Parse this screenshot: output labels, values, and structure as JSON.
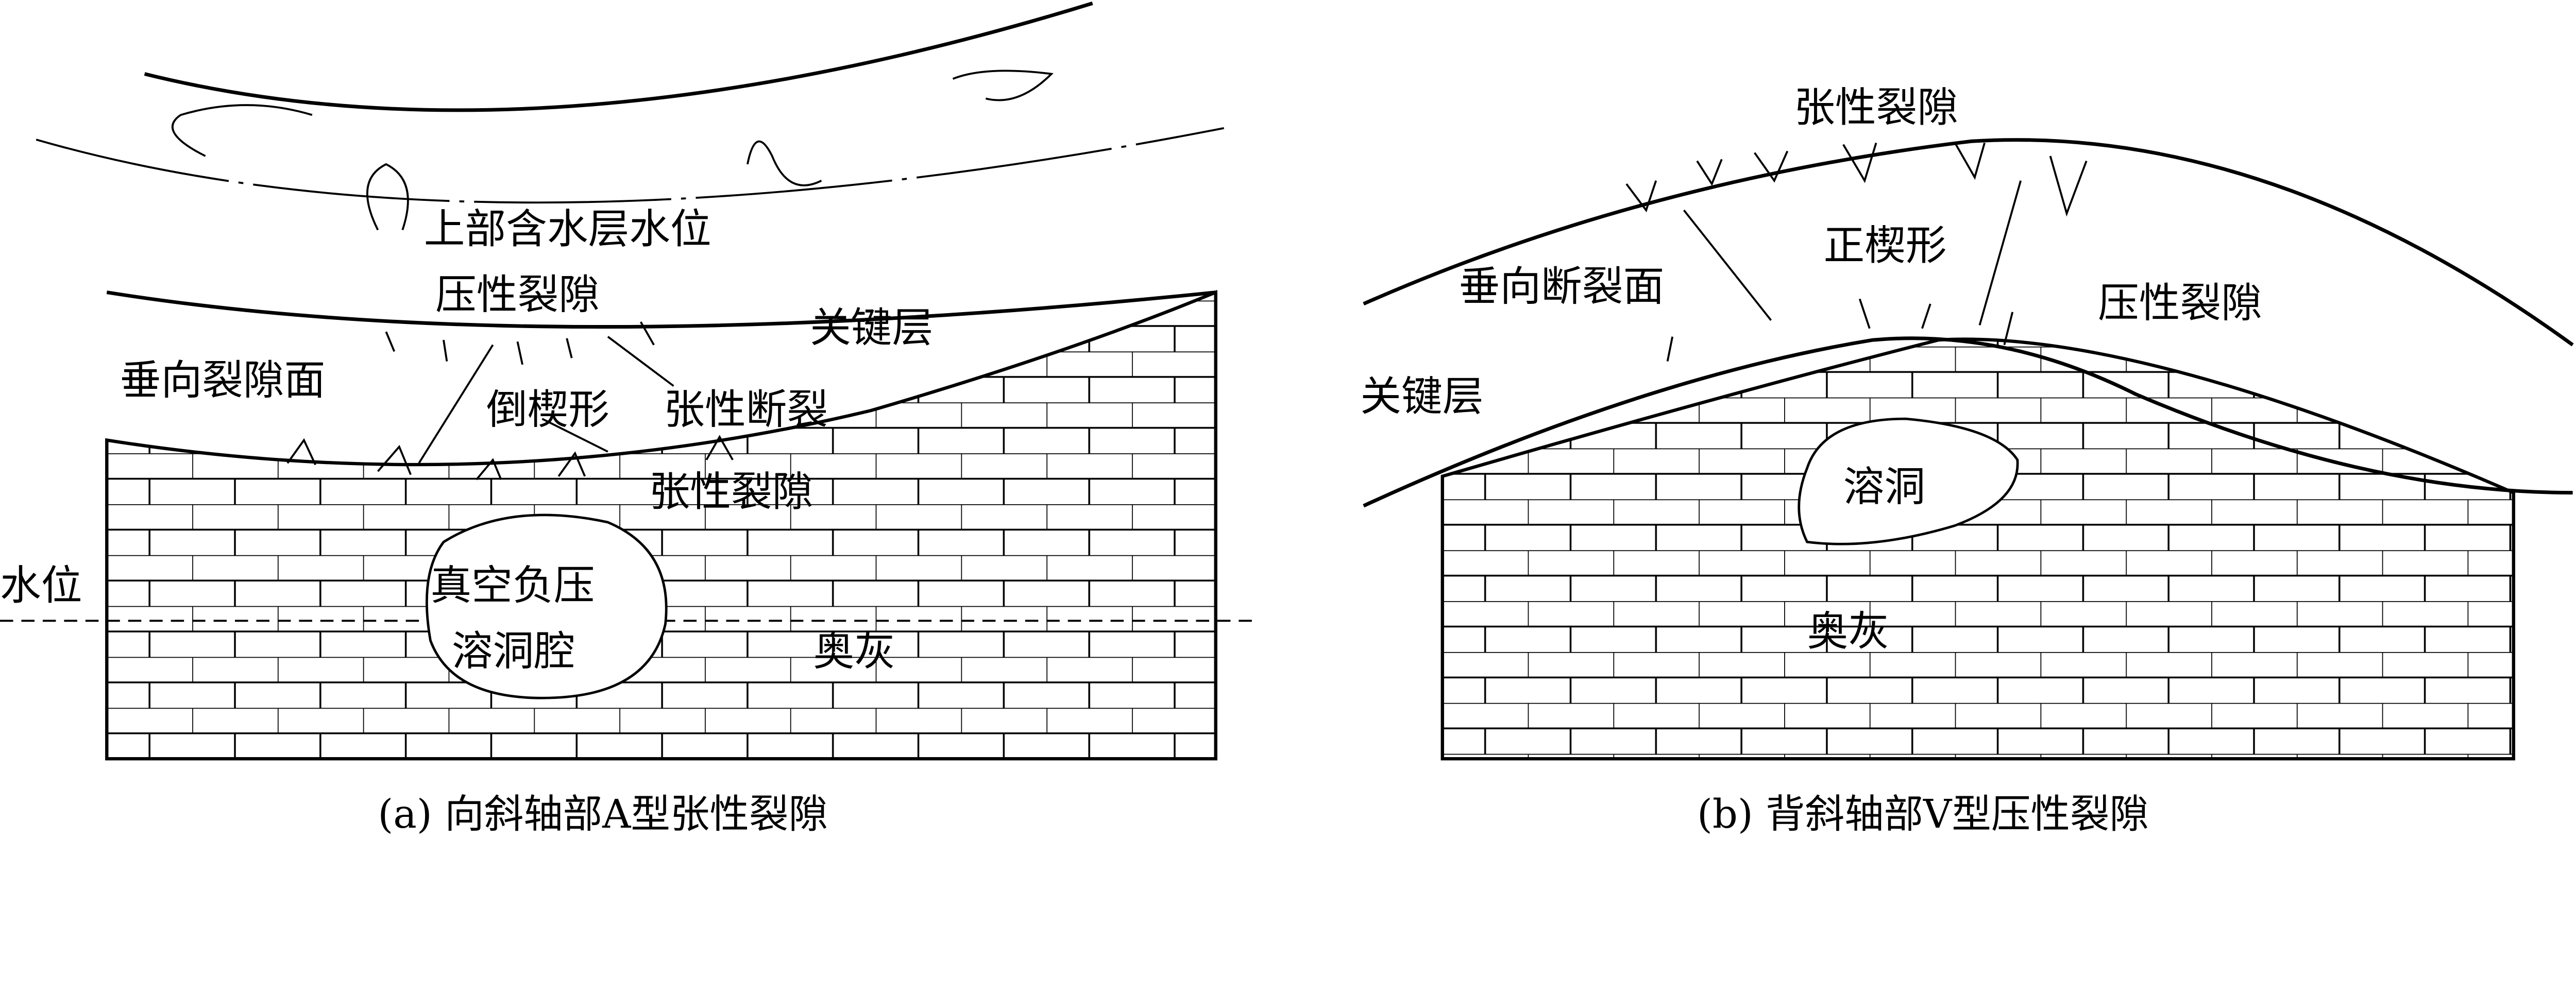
{
  "panel_a": {
    "caption": "(a)  向斜轴部A型张性裂隙",
    "labels": {
      "upper_aquifer": "上部含水层水位",
      "compressive_fracture": "压性裂隙",
      "key_stratum": "关键层",
      "vertical_fracture_plane": "垂向裂隙面",
      "inverted_wedge": "倒楔形",
      "tensile_fault": "张性断裂",
      "tensile_fracture": "张性裂隙",
      "water_level": "水位",
      "vacuum_line1": "真空负压",
      "vacuum_line2": "溶洞腔",
      "ordovician_limestone": "奥灰"
    }
  },
  "panel_b": {
    "caption": "(b)  背斜轴部V型压性裂隙",
    "labels": {
      "tensile_fracture": "张性裂隙",
      "upright_wedge": "正楔形",
      "vertical_fault_plane": "垂向断裂面",
      "compressive_fracture": "压性裂隙",
      "key_stratum": "关键层",
      "karst_cave": "溶洞",
      "ordovician_limestone": "奥灰"
    }
  }
}
